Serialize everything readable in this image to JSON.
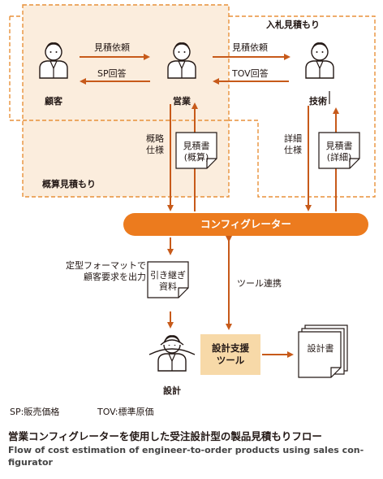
{
  "colors": {
    "accent": "#ec7b1e",
    "arrow": "#c75a1a",
    "dash": "#e8913a",
    "region_fill": "#fbeddd",
    "tool_fill": "#f7d9a8",
    "text": "#231815"
  },
  "regions": {
    "rough_estimate": "概算見積もり",
    "bid_estimate": "入札見積もり"
  },
  "people": {
    "customer": "顧客",
    "sales": "営業",
    "engineering": "技術",
    "design": "設計"
  },
  "arrows": {
    "quote_request_1": "見積依頼",
    "sp_answer": "SP回答",
    "quote_request_2": "見積依頼",
    "tov_answer": "TOV回答",
    "rough_spec": [
      "概略",
      "仕様"
    ],
    "detail_spec": [
      "詳細",
      "仕様"
    ],
    "standard_format": [
      "定型フォーマットで",
      "顧客要求を出力"
    ],
    "tool_link": "ツール連携"
  },
  "documents": {
    "quote_rough": [
      "見積書",
      "(概算)"
    ],
    "quote_detail": [
      "見積書",
      "(詳細)"
    ],
    "handover": [
      "引き継ぎ",
      "資料"
    ],
    "design_doc": "設計書"
  },
  "configurator": "コンフィグレーター",
  "design_tool": [
    "設計支援",
    "ツール"
  ],
  "legend": {
    "sp": "SP:販売価格",
    "tov": "TOV:標準原価"
  },
  "caption": {
    "title_ja": "営業コンフィグレーターを使用した受注設計型の製品見積もりフロー",
    "title_en_line1": "Flow of cost estimation of engineer-to-order products using sales con-",
    "title_en_line2": "figurator"
  }
}
